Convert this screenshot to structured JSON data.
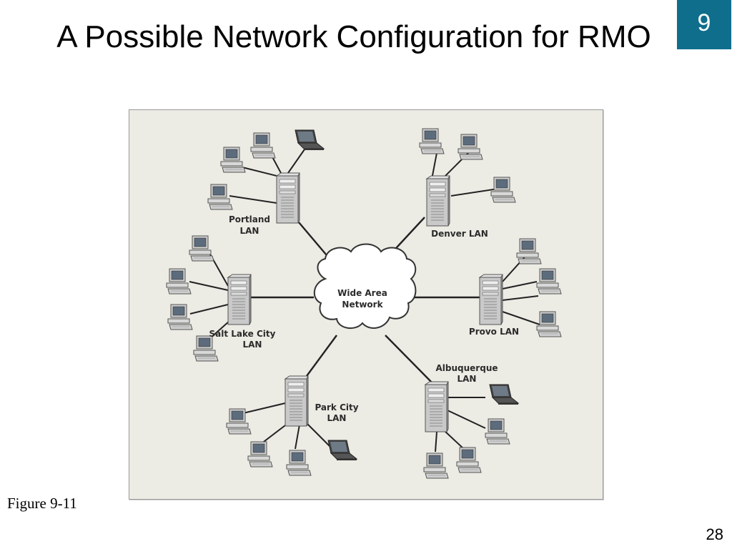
{
  "slide": {
    "title": "A Possible Network Configuration for RMO",
    "chapter": "9",
    "caption": "Figure 9-11",
    "page_number": "28"
  },
  "diagram": {
    "hub": {
      "label_line1": "Wide Area",
      "label_line2": "Network"
    },
    "lans": [
      {
        "id": "portland",
        "line1": "Portland",
        "line2": "LAN"
      },
      {
        "id": "denver",
        "line1": "Denver LAN",
        "line2": ""
      },
      {
        "id": "provo",
        "line1": "Provo LAN",
        "line2": ""
      },
      {
        "id": "albuquerque",
        "line1": "Albuquerque",
        "line2": "LAN"
      },
      {
        "id": "parkcity",
        "line1": "Park City",
        "line2": "LAN"
      },
      {
        "id": "saltlake",
        "line1": "Salt Lake City",
        "line2": "LAN"
      }
    ],
    "colors": {
      "line": "#222222",
      "cloud": "#ffffff",
      "background": "#ecebe4"
    }
  }
}
